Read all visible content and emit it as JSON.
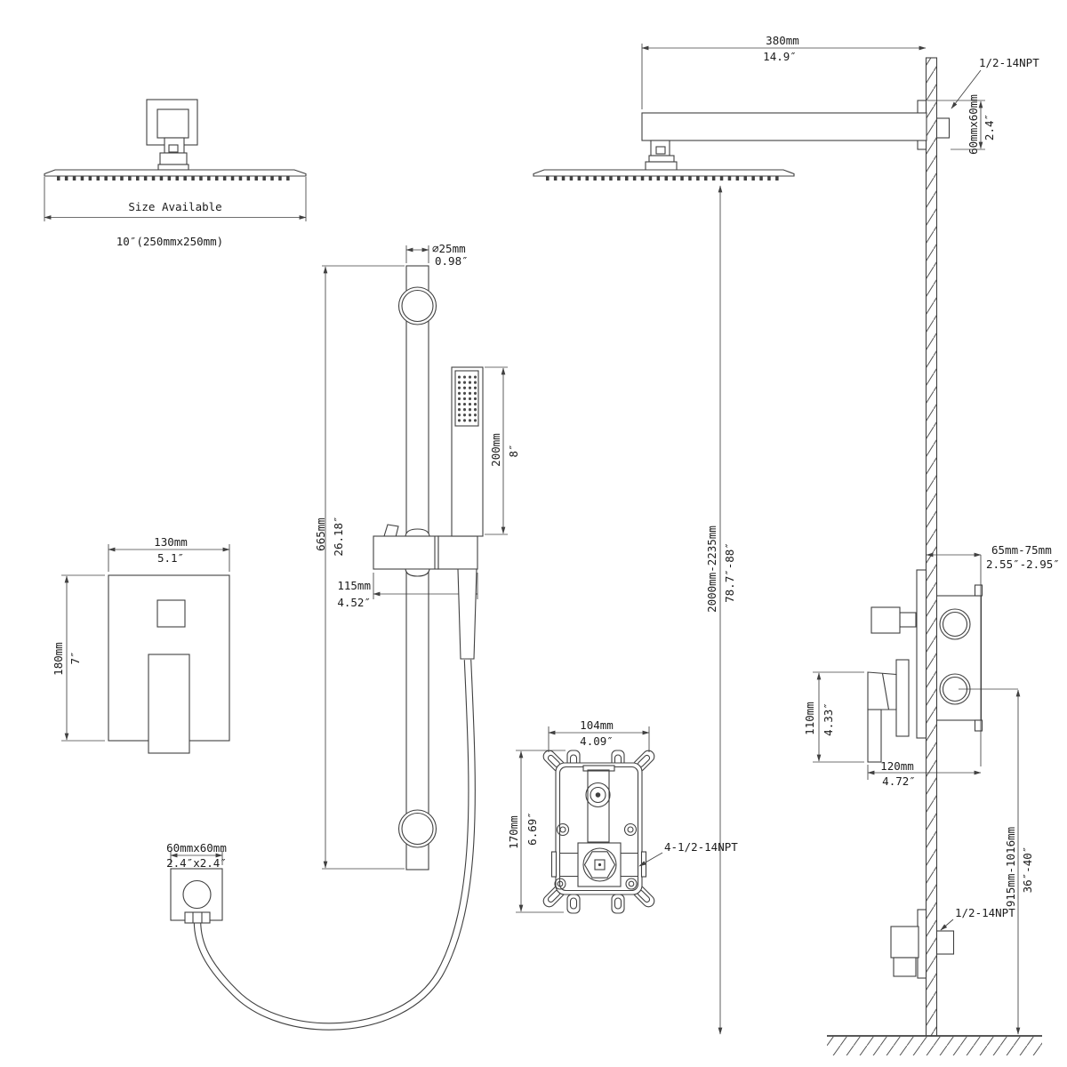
{
  "colors": {
    "background": "#ffffff",
    "line": "#404040",
    "text": "#1c1c1c"
  },
  "drawing_type": "shower-system-installation-dimension-diagram",
  "annotations": {
    "front_view": {
      "size_available": "Size Available",
      "size_value": "10″(250mmx250mm)"
    },
    "arm": {
      "mm": "380mm",
      "in": "14.9″"
    },
    "arm_thread": "1/2-14NPT",
    "flange": {
      "mm": "60mmx60mm",
      "in": "2.4″"
    },
    "height": {
      "mm": "2000mm-2235mm",
      "in": "78.7″-88″"
    },
    "bar_dia": {
      "mm": "∅25mm",
      "in": "0.98″"
    },
    "bar_len": {
      "mm": "665mm",
      "in": "26.18″"
    },
    "holder": {
      "mm": "115mm",
      "in": "4.52″"
    },
    "wand": {
      "mm": "200mm",
      "in": "8″"
    },
    "plate_w": {
      "mm": "130mm",
      "in": "5.1″"
    },
    "plate_h": {
      "mm": "180mm",
      "in": "7″"
    },
    "elbow": {
      "mm": "60mmx60mm",
      "in": "2.4″x2.4″"
    },
    "valve_w": {
      "mm": "104mm",
      "in": "4.09″"
    },
    "valve_h": {
      "mm": "170mm",
      "in": "6.69″"
    },
    "valve_thread": "4-1/2-14NPT",
    "depth": {
      "mm": "65mm-75mm",
      "in": "2.55″-2.95″"
    },
    "handle_h": {
      "mm": "110mm",
      "in": "4.33″"
    },
    "handle_d": {
      "mm": "120mm",
      "in": "4.72″"
    },
    "outlet_h": {
      "mm": "915mm-1016mm",
      "in": "36″-40″"
    },
    "outlet_thread": "1/2-14NPT"
  }
}
